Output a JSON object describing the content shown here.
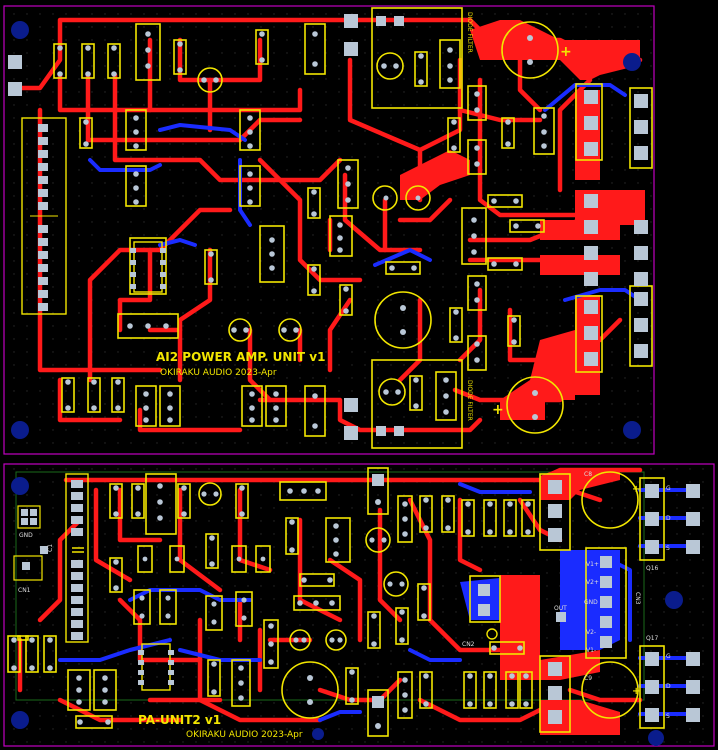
{
  "top_board": {
    "title": "AI2 POWER AMP. UNIT v1",
    "subtitle": "OKIRAKU AUDIO 2023-Apr",
    "labels": {
      "diode_filter_top": "DIODE FILTER",
      "diode_filter_bottom": "DIODE FILTER",
      "plus_top": "+",
      "plus_bottom": "+"
    }
  },
  "bottom_board": {
    "title": "PA-UNIT2 v1",
    "subtitle": "OKIRAKU AUDIO 2023-Apr",
    "labels": {
      "gnd": "GND",
      "c1": "C1",
      "cn1": "CN1",
      "cn2": "CN2",
      "cn3": "CN3",
      "c8": "C8",
      "c9": "C9",
      "q16": "Q16",
      "q17": "Q17",
      "out": "OUT",
      "v1p": "V1+",
      "v2p": "V2+",
      "v1m": "V1-",
      "v2m": "V2-",
      "gnd2": "GND",
      "g1": "G",
      "d1": "D",
      "s1": "S",
      "g2": "G",
      "d2": "D",
      "s2": "S",
      "plus_a": "+",
      "plus_b": "+"
    }
  },
  "colors": {
    "background": "#000000",
    "copper_top": "#ff1a1a",
    "copper_bottom": "#1a2cff",
    "silkscreen": "#f2e600",
    "board_outline": "#c000c0",
    "pad": "#b9c7d6",
    "mounting_hole": "#0a1c8c"
  }
}
